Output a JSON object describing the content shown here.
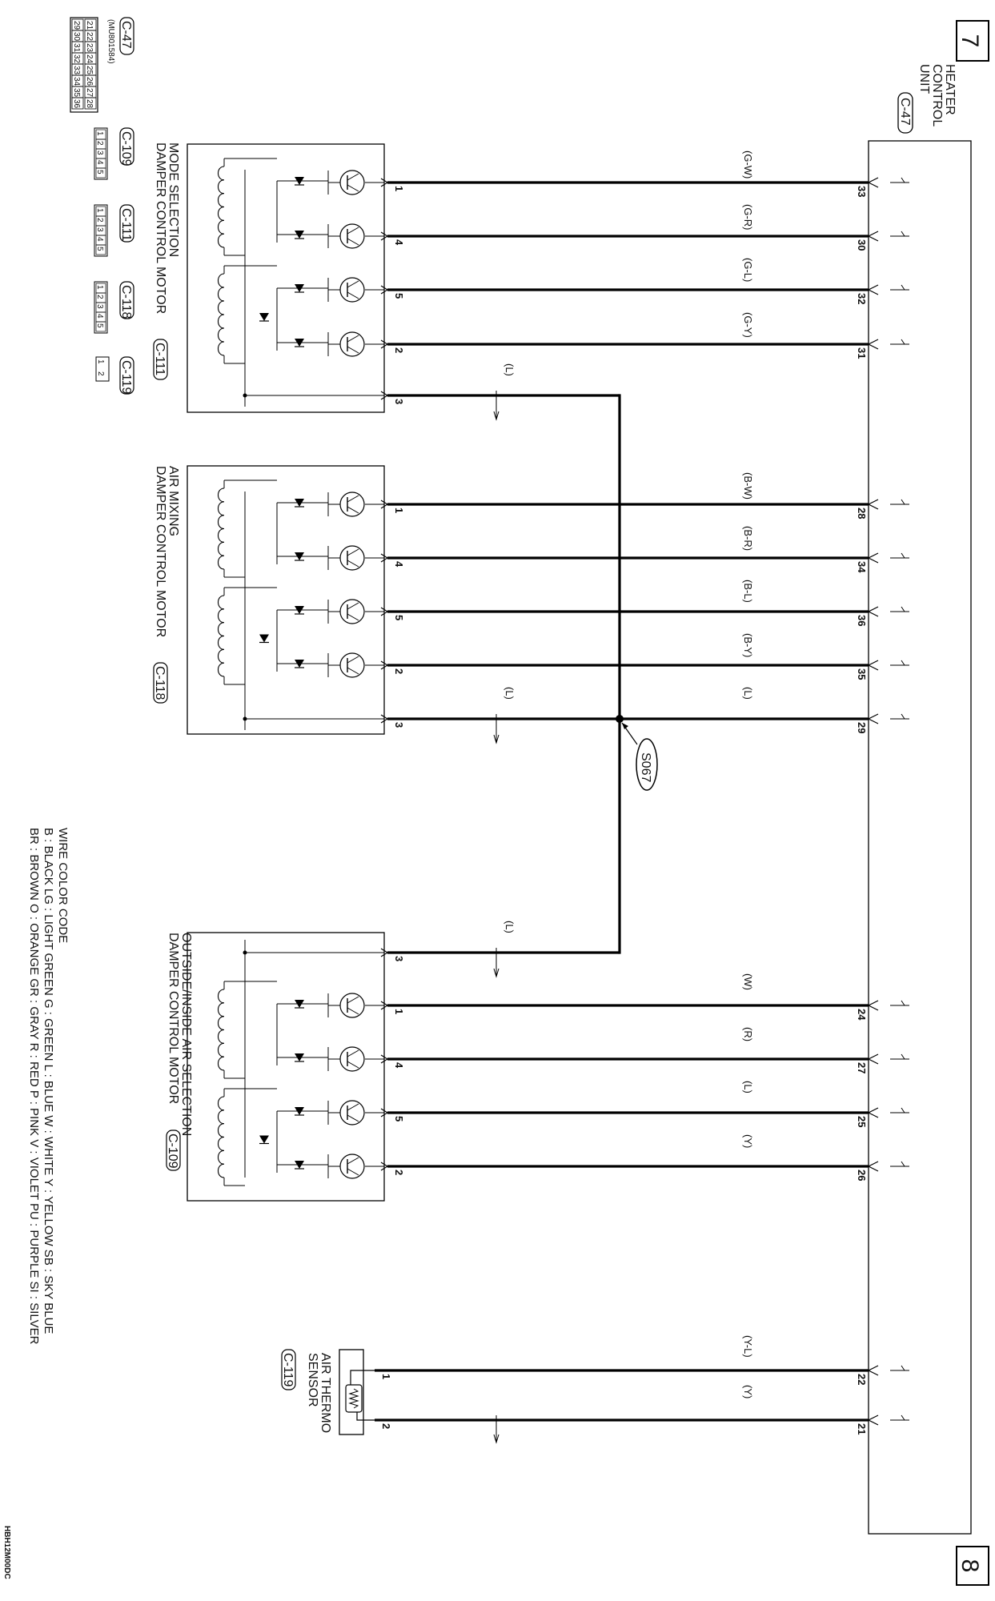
{
  "page": {
    "left_num": "7",
    "right_num": "8",
    "ref_code": "HBH12M00DC"
  },
  "hcu": {
    "title_lines": [
      "HEATER",
      "CONTROL",
      "UNIT"
    ],
    "conn": "C-47"
  },
  "motors": [
    {
      "id": "mode",
      "title_lines": [
        "MODE SELECTION",
        "DAMPER CONTROL MOTOR"
      ],
      "conn": "C-111",
      "wires": [
        {
          "unit_pin": "33",
          "motor_pin": "1",
          "color": "(G-W)"
        },
        {
          "unit_pin": "30",
          "motor_pin": "4",
          "color": "(G-R)"
        },
        {
          "unit_pin": "32",
          "motor_pin": "5",
          "color": "(G-L)"
        },
        {
          "unit_pin": "31",
          "motor_pin": "2",
          "color": "(G-Y)"
        }
      ],
      "common": {
        "motor_pin": "3",
        "color": "(L)"
      }
    },
    {
      "id": "airmix",
      "title_lines": [
        "AIR MIXING",
        "DAMPER CONTROL MOTOR"
      ],
      "conn": "C-118",
      "wires": [
        {
          "unit_pin": "28",
          "motor_pin": "1",
          "color": "(B-W)"
        },
        {
          "unit_pin": "34",
          "motor_pin": "4",
          "color": "(B-R)"
        },
        {
          "unit_pin": "36",
          "motor_pin": "5",
          "color": "(B-L)"
        },
        {
          "unit_pin": "35",
          "motor_pin": "2",
          "color": "(B-Y)"
        }
      ],
      "common": {
        "motor_pin": "3",
        "color": "(L)",
        "unit_pin": "29",
        "unit_color": "(L)"
      }
    },
    {
      "id": "outside",
      "title_lines": [
        "OUTSIDE/INSIDE AIR SELECTION",
        "DAMPER CONTROL MOTOR"
      ],
      "conn": "C-109",
      "wires": [
        {
          "unit_pin": "24",
          "motor_pin": "1",
          "color": "(W)"
        },
        {
          "unit_pin": "27",
          "motor_pin": "4",
          "color": "(R)"
        },
        {
          "unit_pin": "25",
          "motor_pin": "5",
          "color": "(L)"
        },
        {
          "unit_pin": "26",
          "motor_pin": "2",
          "color": "(Y)"
        }
      ],
      "common": {
        "motor_pin": "3",
        "color": "(L)"
      }
    }
  ],
  "splice": "S067",
  "sensor": {
    "title_lines": [
      "AIR THERMO",
      "SENSOR"
    ],
    "conn": "C-119",
    "wires": [
      {
        "unit_pin": "22",
        "sensor_pin": "1",
        "color": "(Y-L)"
      },
      {
        "unit_pin": "21",
        "sensor_pin": "2",
        "color": "(Y)"
      }
    ]
  },
  "connector_views": {
    "c47": {
      "label": "C-47",
      "part": "(MU801584)",
      "row1": [
        "21",
        "22",
        "23",
        "24",
        "25",
        "26",
        "27",
        "28"
      ],
      "row2": [
        "29",
        "30",
        "31",
        "32",
        "33",
        "34",
        "35",
        "36"
      ]
    },
    "small": [
      {
        "label": "C-109",
        "pins": [
          "1",
          "2",
          "3",
          "4",
          "5"
        ]
      },
      {
        "label": "C-111",
        "pins": [
          "1",
          "2",
          "3",
          "4",
          "5"
        ]
      },
      {
        "label": "C-118",
        "pins": [
          "1",
          "2",
          "3",
          "4",
          "5"
        ]
      },
      {
        "label": "C-119",
        "pins": [
          "1",
          "2"
        ]
      }
    ]
  },
  "wire_color_code": {
    "title": "WIRE COLOR CODE",
    "line1": "B : BLACK    LG : LIGHT GREEN    G : GREEN    L : BLUE    W : WHITE    Y : YELLOW    SB : SKY BLUE",
    "line2": "BR : BROWN    O : ORANGE    GR : GRAY    R : RED    P : PINK    V : VIOLET    PU : PURPLE    SI : SILVER"
  }
}
